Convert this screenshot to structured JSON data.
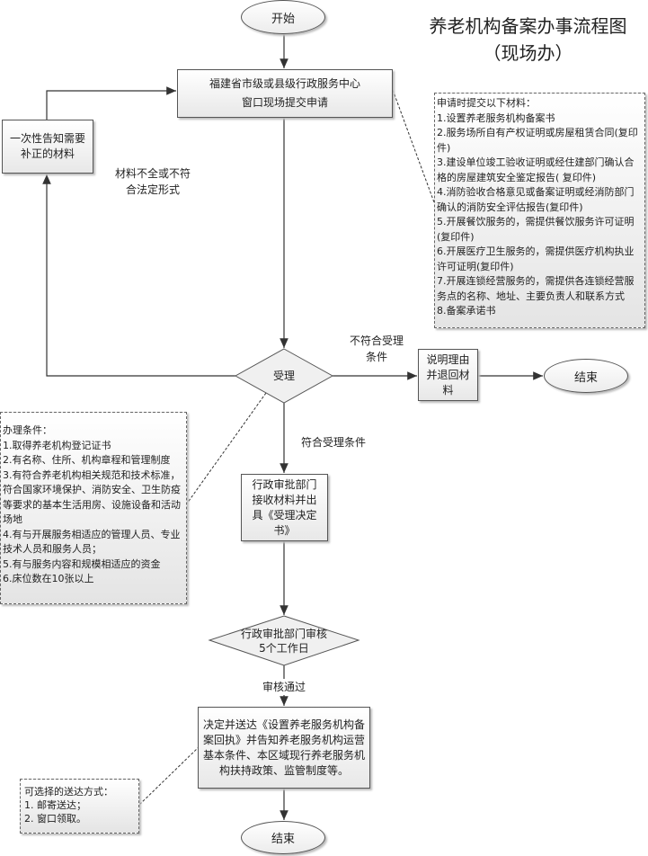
{
  "title": {
    "line1": "养老机构备案办事流程图",
    "line2": "（现场办）"
  },
  "start": "开始",
  "submit": {
    "line1": "福建省市级或县级行政服务中心",
    "line2": "窗口现场提交申请"
  },
  "correction": "一次性告知需要补正的材料",
  "incomplete_label": "材料不全或不符合法定形式",
  "materials": {
    "heading": "申请时提交以下材料：",
    "items": [
      "1.设置养老服务机构备案书",
      "2.服务场所自有产权证明或房屋租赁合同(复印件)",
      "3.建设单位竣工验收证明或经住建部门确认合格的房屋建筑安全鉴定报告( 复印件)",
      "4.消防验收合格意见或备案证明或经消防部门确认的消防安全评估报告(复印件)",
      "5.开展餐饮服务的，需提供餐饮服务许可证明(复印件)",
      "6.开展医疗卫生服务的，需提供医疗机构执业许可证明(复印件)",
      "7.开展连锁经营服务的，需提供各连锁经营服务点的名称、地址、主要负责人和联系方式",
      "8.备案承诺书"
    ]
  },
  "accept": "受理",
  "reject_label": "不符合受理条件",
  "reject_box": "说明理由并退回材料",
  "end1": "结束",
  "conditions": {
    "heading": "办理条件：",
    "items": [
      "1.取得养老机构登记证书",
      "2.有名称、住所、机构章程和管理制度",
      "3.有符合养老机构相关规范和技术标准，符合国家环境保护、消防安全、卫生防疫等要求的基本生活用房、设施设备和活动场地",
      "4.有与开展服务相适应的管理人员、专业技术人员和服务人员；",
      "5.有与服务内容和规模相适应的资金",
      "6.床位数在10张以上"
    ]
  },
  "accept_label": "符合受理条件",
  "receive_box": "行政审批部门接收材料并出具《受理决定书》",
  "review": {
    "line1": "行政审批部门审核",
    "line2": "5个工作日"
  },
  "pass_label": "审核通过",
  "decision_box": "决定并送达《设置养老服务机构备案回执》并告知养老服务机构运营基本条件、本区域现行养老服务机构扶持政策、监管制度等。",
  "delivery": {
    "heading": "可选择的送达方式：",
    "items": [
      "1. 邮寄送达；",
      "2. 窗口领取。"
    ]
  },
  "end2": "结束"
}
